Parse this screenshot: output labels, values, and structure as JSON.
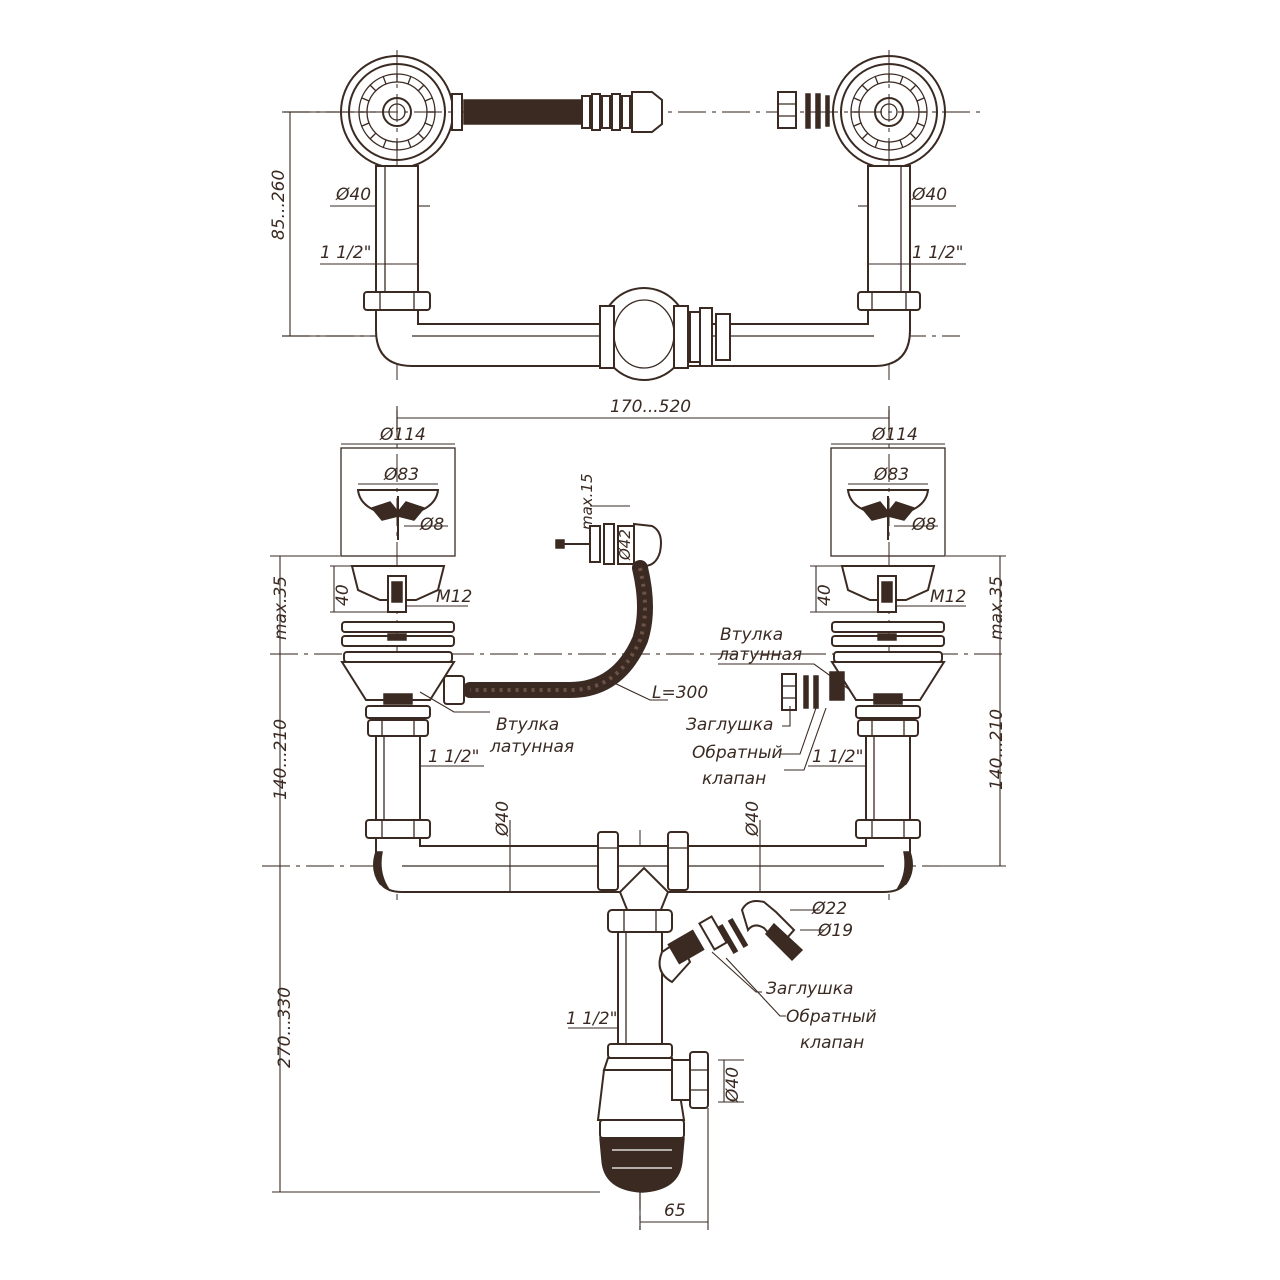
{
  "top_view": {
    "height_range": "85...260",
    "left_diameter": "Ø40",
    "right_diameter": "Ø40",
    "left_thread": "1 1/2\"",
    "right_thread": "1 1/2\""
  },
  "front_view": {
    "bowl_spacing": "170...520",
    "left_bowl": {
      "outer_d": "Ø114",
      "inner_d": "Ø83",
      "pin_d": "Ø8",
      "bolt": "M12",
      "depth": "40",
      "max_thickness": "max.35"
    },
    "right_bowl": {
      "outer_d": "Ø114",
      "inner_d": "Ø83",
      "pin_d": "Ø8",
      "bolt": "M12",
      "depth": "40",
      "max_thickness": "max.35"
    },
    "overflow": {
      "max_label": "max.15",
      "diameter": "Ø42",
      "hose_length": "L=300"
    },
    "left_bushing": [
      "Втулка",
      "латунная"
    ],
    "right_bushing": [
      "Втулка",
      "латунная"
    ],
    "right_plug": "Заглушка",
    "right_check_valve": [
      "Обратный",
      "клапан"
    ],
    "left_height": "140...210",
    "right_height": "140...210",
    "left_thread": "1 1/2\"",
    "right_thread": "1 1/2\"",
    "pipe_diam_left": "Ø40",
    "pipe_diam_right": "Ø40",
    "side_outlet": {
      "outer_d": "Ø22",
      "inner_d": "Ø19"
    },
    "siphon_plug": "Заглушка",
    "siphon_check_valve": [
      "Обратный",
      "клапан"
    ],
    "siphon_thread": "1 1/2\"",
    "outlet_diameter": "Ø40",
    "siphon_height": "270...330",
    "offset": "65"
  }
}
